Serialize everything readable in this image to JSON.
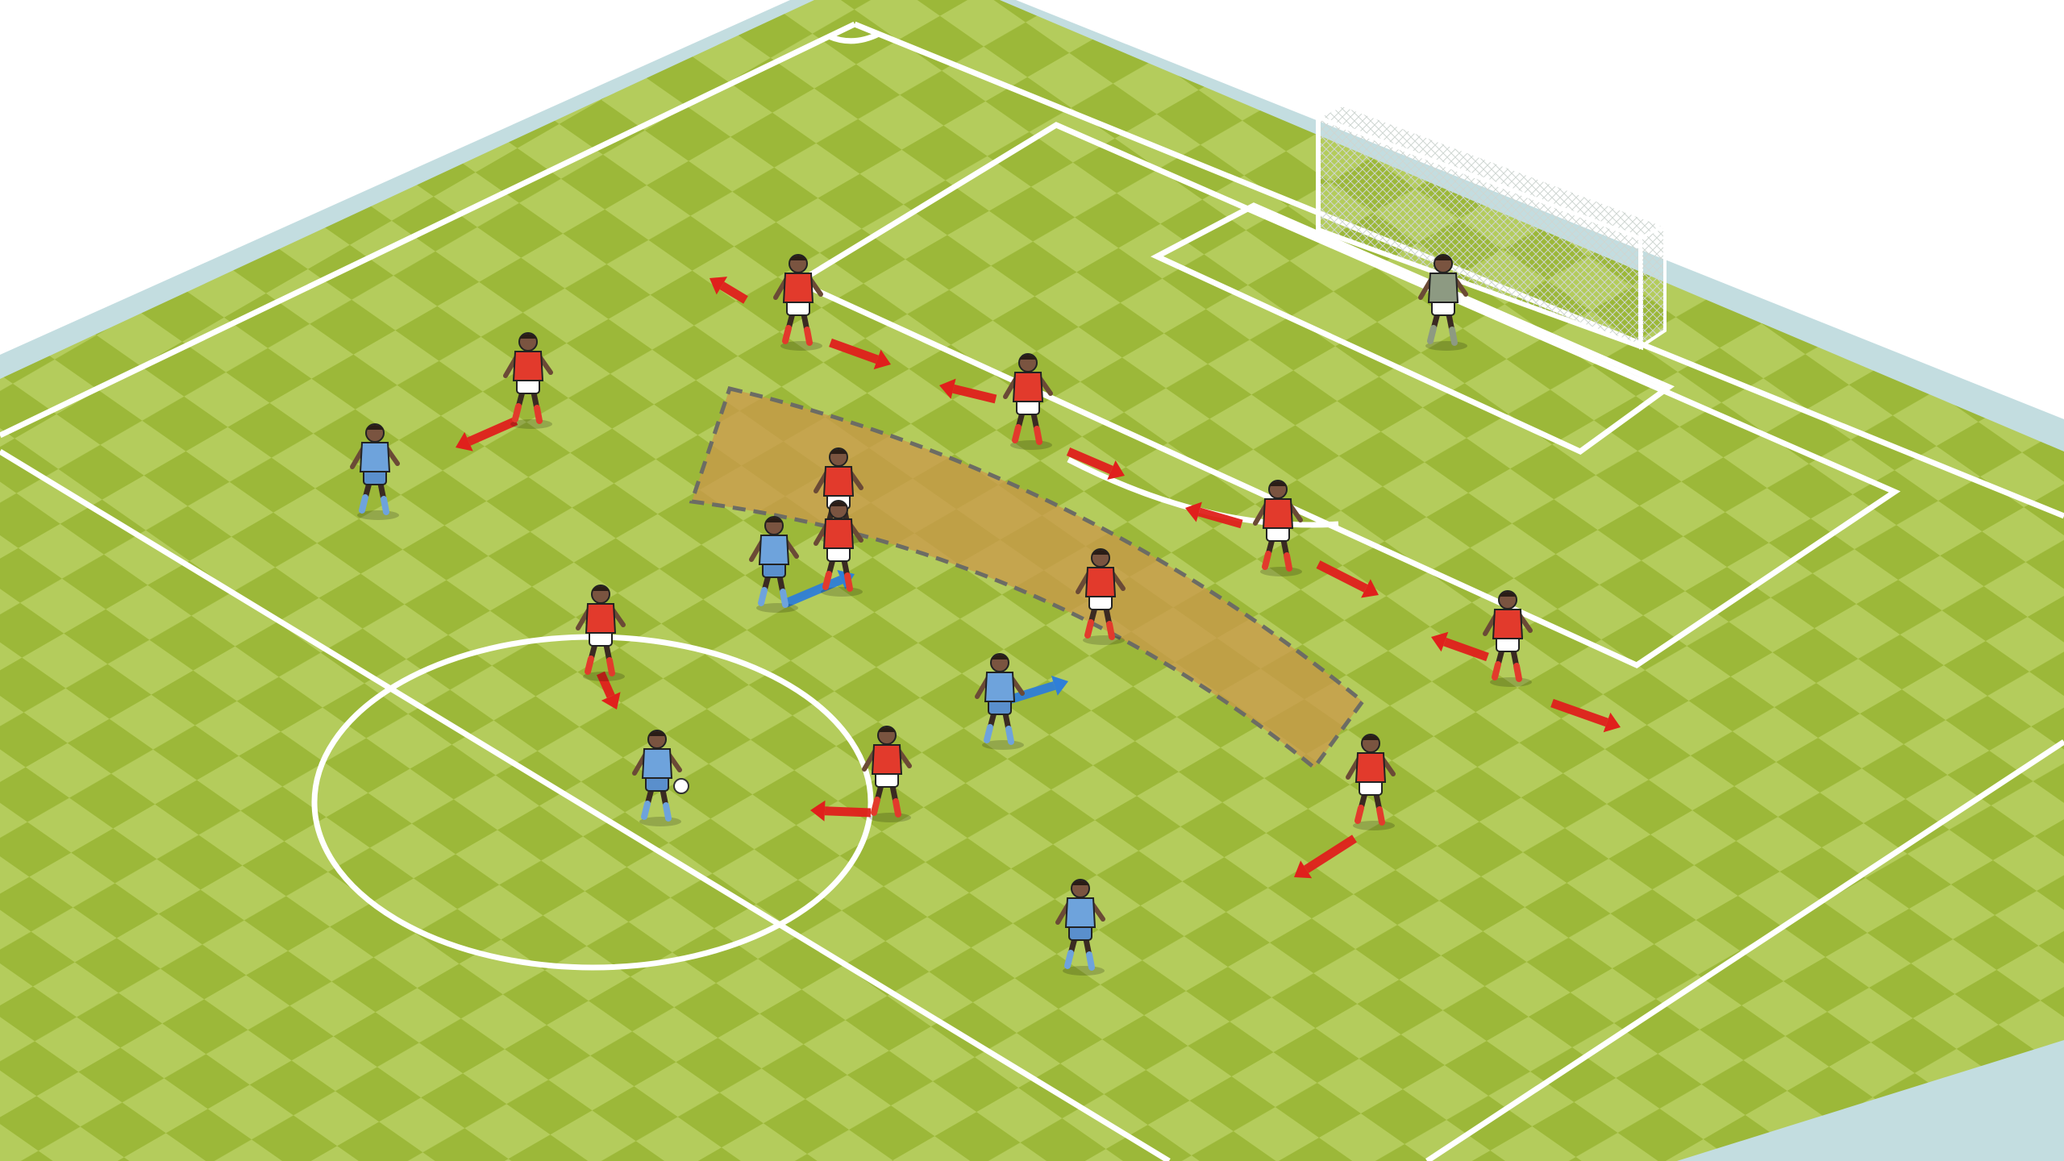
{
  "colors": {
    "background": "#ffffff",
    "surround": "#c3dde0",
    "grass_dark": "#9cb839",
    "grass_light": "#b4cc5c",
    "line": "#ffffff",
    "zone_fill": "#c99a4a",
    "zone_border": "#6c6c64",
    "team_red_shirt": "#e23a2c",
    "team_red_shorts": "#ffffff",
    "team_blue_shirt": "#6ea3dc",
    "team_blue_shorts": "#5a8fcc",
    "goalkeeper_shirt": "#8d9a82",
    "arrow_red": "#e0201c",
    "arrow_blue": "#2f7fd8"
  },
  "players": {
    "red": [
      {
        "id": "r1"
      },
      {
        "id": "r2"
      },
      {
        "id": "r3"
      },
      {
        "id": "r4"
      },
      {
        "id": "r5"
      },
      {
        "id": "r6"
      },
      {
        "id": "r7"
      },
      {
        "id": "r8"
      },
      {
        "id": "r9"
      },
      {
        "id": "r10"
      },
      {
        "id": "r11"
      }
    ],
    "blue": [
      {
        "id": "b1"
      },
      {
        "id": "b2"
      },
      {
        "id": "b3"
      },
      {
        "id": "b4"
      },
      {
        "id": "b5"
      }
    ],
    "goalkeeper": {
      "id": "gk"
    }
  },
  "ball": {
    "color": "#ffffff"
  },
  "icons": {
    "player": "player-figure-icon",
    "arrow": "movement-arrow-icon",
    "goal": "goal-net-icon",
    "ball": "football-icon"
  }
}
